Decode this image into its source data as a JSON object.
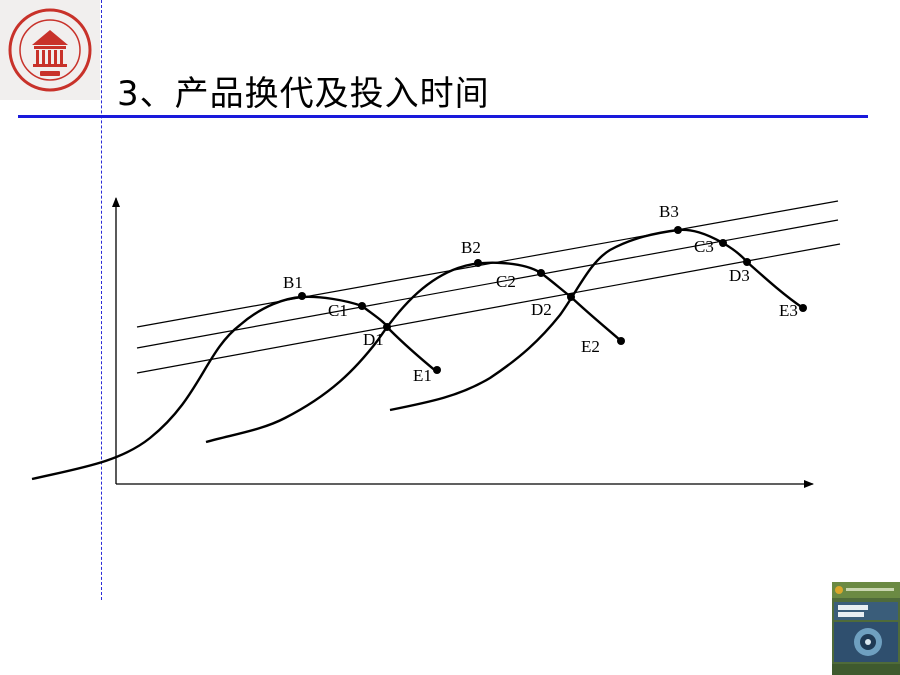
{
  "slide": {
    "title": "3、产品换代及投入时间"
  },
  "diagram": {
    "point_labels": {
      "B1": "B1",
      "C1": "C1",
      "D1": "D1",
      "E1": "E1",
      "B2": "B2",
      "C2": "C2",
      "D2": "D2",
      "E2": "E2",
      "B3": "B3",
      "C3": "C3",
      "D3": "D3",
      "E3": "E3"
    }
  },
  "colors": {
    "title_rule": "#1a1adb",
    "dashed_guide": "#2b2bd6",
    "logo_red": "#c8322a"
  },
  "icons": {
    "logo": "university-seal-logo",
    "book": "textbook-cover-thumbnail"
  }
}
